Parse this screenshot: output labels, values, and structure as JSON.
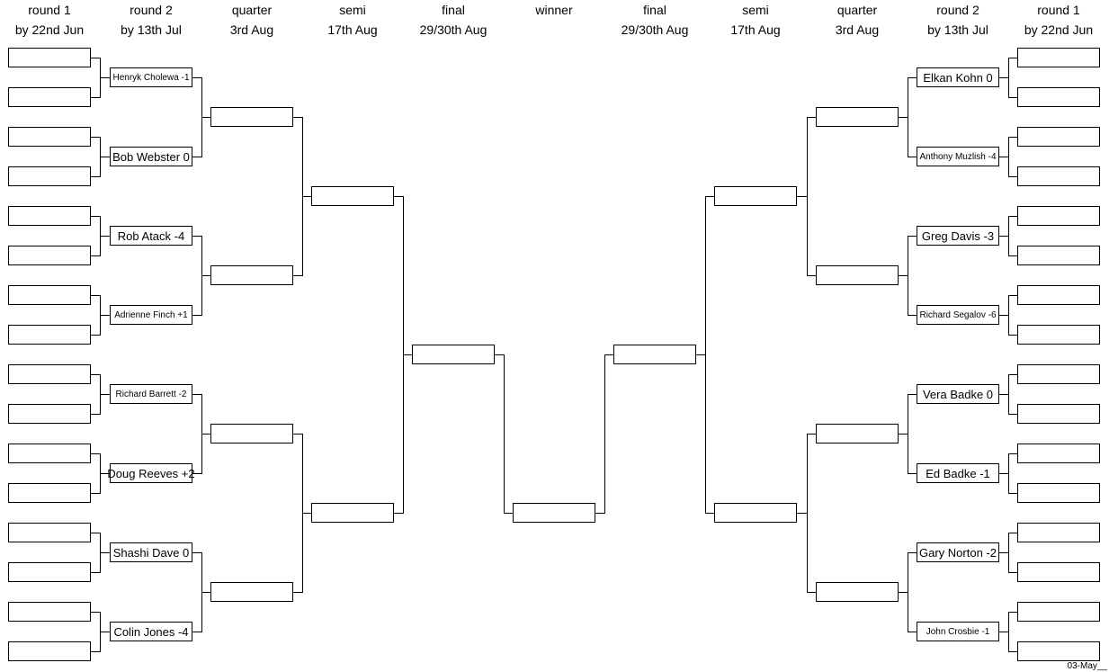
{
  "headers": {
    "left": [
      {
        "round": "round 1",
        "date": "by 22nd Jun"
      },
      {
        "round": "round 2",
        "date": "by 13th Jul"
      },
      {
        "round": "quarter",
        "date": "3rd Aug"
      },
      {
        "round": "semi",
        "date": "17th Aug"
      },
      {
        "round": "final",
        "date": "29/30th Aug"
      }
    ],
    "center": {
      "round": "winner",
      "date": ""
    },
    "right": [
      {
        "round": "final",
        "date": "29/30th Aug"
      },
      {
        "round": "semi",
        "date": "17th Aug"
      },
      {
        "round": "quarter",
        "date": "3rd Aug"
      },
      {
        "round": "round 2",
        "date": "by 13th Jul"
      },
      {
        "round": "round 1",
        "date": "by 22nd Jun"
      }
    ]
  },
  "left_round2": [
    "Henryk Cholewa -1",
    "Bob Webster 0",
    "Rob Atack -4",
    "Adrienne Finch +1",
    "Richard Barrett -2",
    "Doug Reeves +2",
    "Shashi Dave 0",
    "Colin Jones -4"
  ],
  "right_round2": [
    "Elkan Kohn 0",
    "Anthony Muzlish -4",
    "Greg Davis -3",
    "Richard Segalov -6",
    "Vera Badke 0",
    "Ed Badke -1",
    "Gary Norton -2",
    "John Crosbie -1"
  ],
  "footer": "03-May__"
}
